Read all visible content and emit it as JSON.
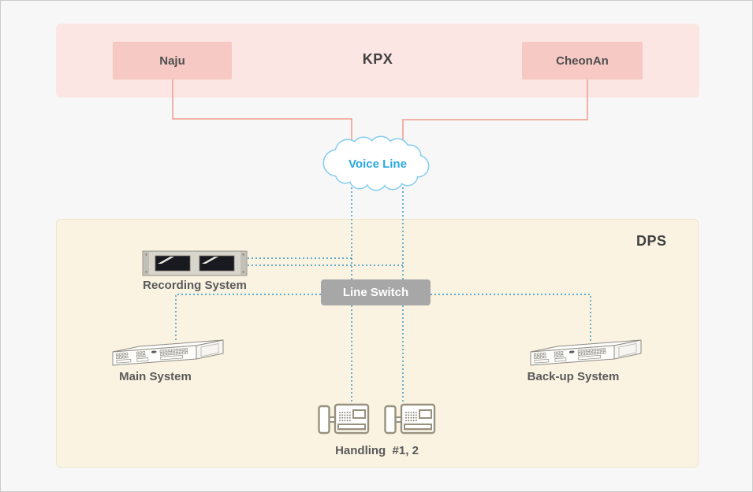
{
  "kpx": {
    "label": "KPX",
    "nodes": [
      {
        "label": "Naju"
      },
      {
        "label": "CheonAn"
      }
    ]
  },
  "cloud": {
    "label": "Voice Line"
  },
  "dps": {
    "label": "DPS",
    "recording_system": "Recording System",
    "line_switch": "Line Switch",
    "main_system": "Main System",
    "backup_system": "Back-up System",
    "handling": "Handling  #1, 2"
  },
  "colors": {
    "kpx_panel": "#fbe6e3",
    "kpx_node": "#f6c9c4",
    "kpx_connector": "#ef9b8d",
    "dps_panel": "#faf3e2",
    "dps_panel_border": "#f1e5c6",
    "dotted_connector": "#2e93c4",
    "line_switch_bg": "#a7a7a7",
    "cloud_stroke": "#85cdee",
    "cloud_text": "#29a8df",
    "label_text": "#5a5a5a",
    "heading_text": "#414141"
  }
}
